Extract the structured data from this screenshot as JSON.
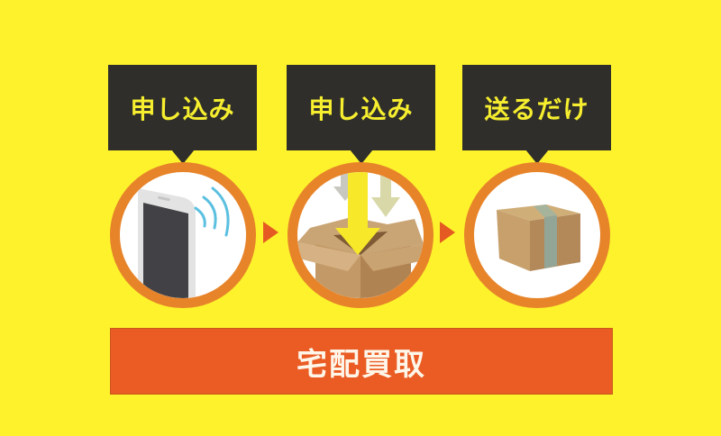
{
  "steps": [
    {
      "label": "申し込み",
      "icon": "smartphone-icon"
    },
    {
      "label": "申し込み",
      "icon": "open-box-icon"
    },
    {
      "label": "送るだけ",
      "icon": "closed-box-icon"
    }
  ],
  "banner": {
    "label": "宅配買取"
  },
  "colors": {
    "background": "#fdf22c",
    "bubble": "#2f2e2b",
    "bubble_text": "#f6ee2e",
    "ring": "#e7842a",
    "arrow": "#e55a22",
    "banner": "#ea5c24"
  }
}
